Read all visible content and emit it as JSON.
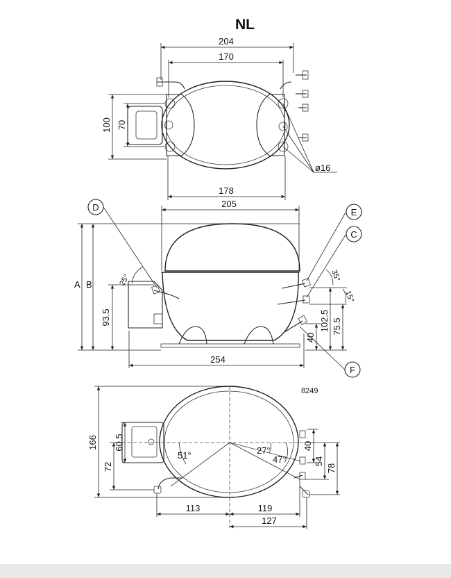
{
  "title": "NL",
  "figure_id": "8249",
  "top_view": {
    "dims": {
      "width_outer": "204",
      "width_inner": "170",
      "height_outer": "100",
      "height_inner": "70",
      "base": "178",
      "tube_diameter": "ø16"
    }
  },
  "side_view": {
    "dims": {
      "width": "205",
      "overall": "254",
      "h_93_5": "93.5",
      "h_102_5": "102.5",
      "h_75_5": "75.5",
      "h_40": "40"
    },
    "angles": {
      "d_angle": "25°",
      "e_angle": "35°",
      "c_angle": "15°"
    },
    "height_labels": {
      "a": "A",
      "b": "B"
    },
    "callouts": [
      "D",
      "E",
      "C",
      "F"
    ]
  },
  "bottom_view": {
    "dims": {
      "h166": "166",
      "h72": "72",
      "h60_5": "60.5",
      "w113": "113",
      "w119": "119",
      "w127": "127",
      "v40": "40",
      "v54": "54",
      "v78": "78"
    },
    "angles": {
      "a51": "51°",
      "a27": "27°",
      "a47": "47°"
    }
  }
}
